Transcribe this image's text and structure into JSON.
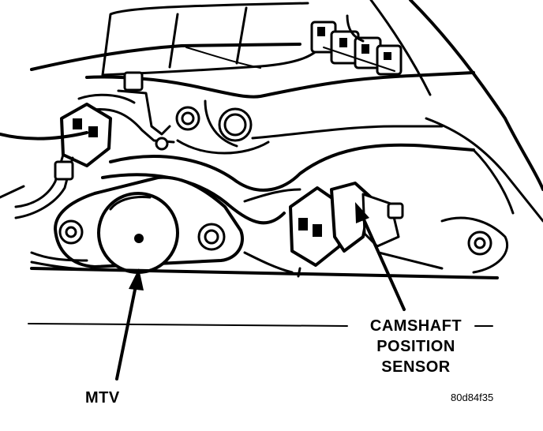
{
  "labels": {
    "mtv": "MTV",
    "camshaft_sensor": [
      "CAMSHAFT",
      "POSITION",
      "SENSOR"
    ],
    "figure_code": "80d84f35"
  }
}
